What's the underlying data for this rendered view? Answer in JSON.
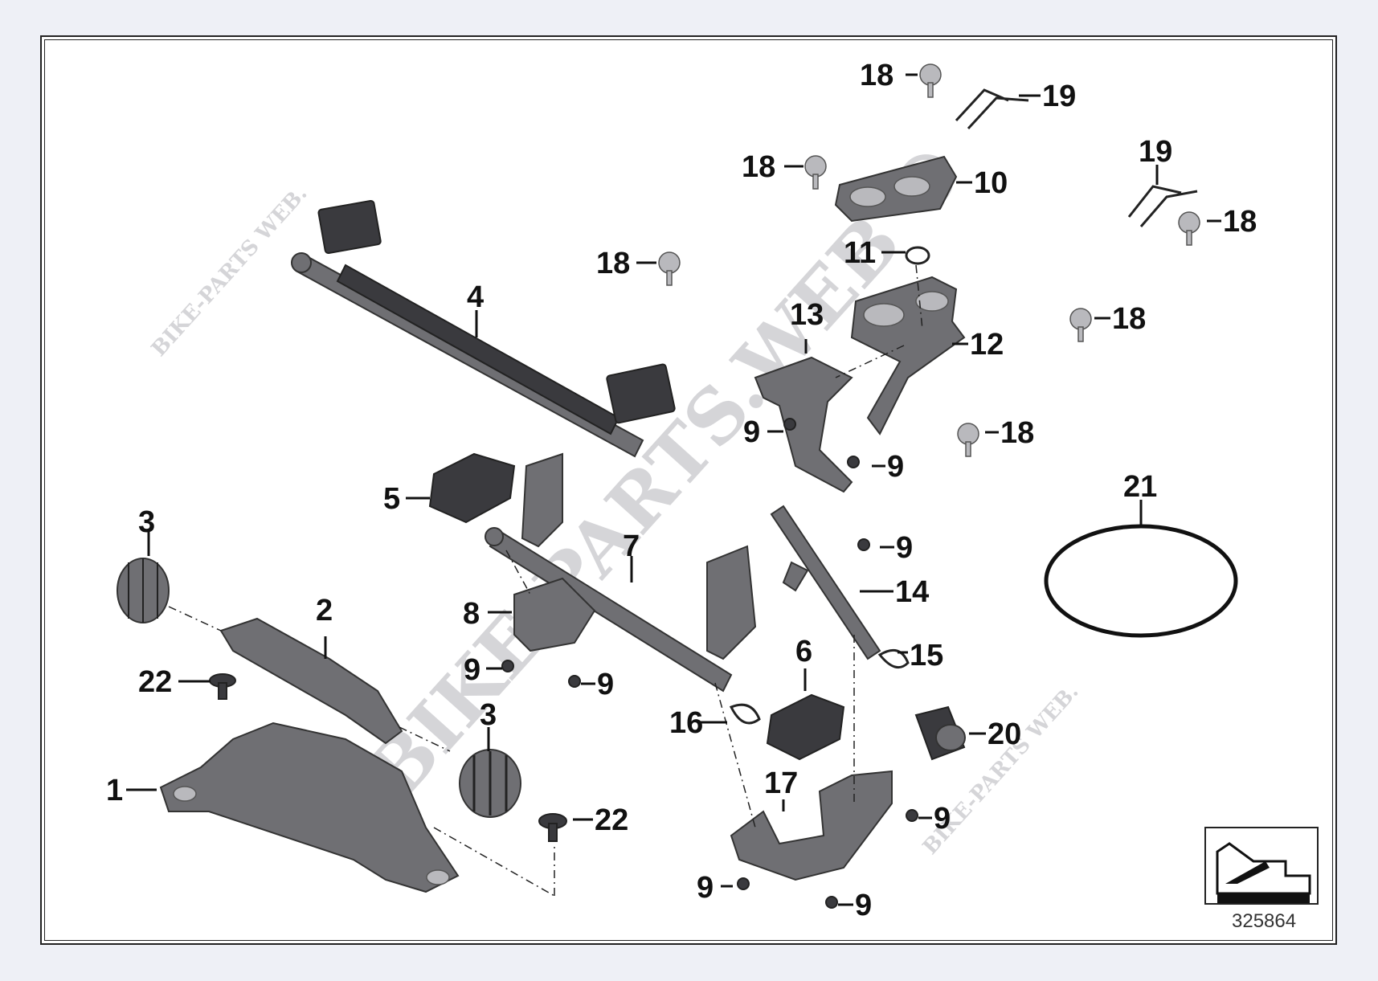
{
  "diagram": {
    "catalog_number": "325864",
    "watermarks": [
      "BIKE-PARTS WEB.",
      "BIKE-PARTS.WEB ©",
      "BIKE-PARTS WEB."
    ],
    "callouts": [
      "1",
      "2",
      "3",
      "3",
      "4",
      "5",
      "6",
      "7",
      "8",
      "9",
      "9",
      "9",
      "9",
      "9",
      "9",
      "9",
      "9",
      "10",
      "11",
      "12",
      "13",
      "14",
      "15",
      "16",
      "17",
      "18",
      "18",
      "18",
      "18",
      "18",
      "18",
      "19",
      "19",
      "20",
      "21",
      "22",
      "22"
    ]
  }
}
